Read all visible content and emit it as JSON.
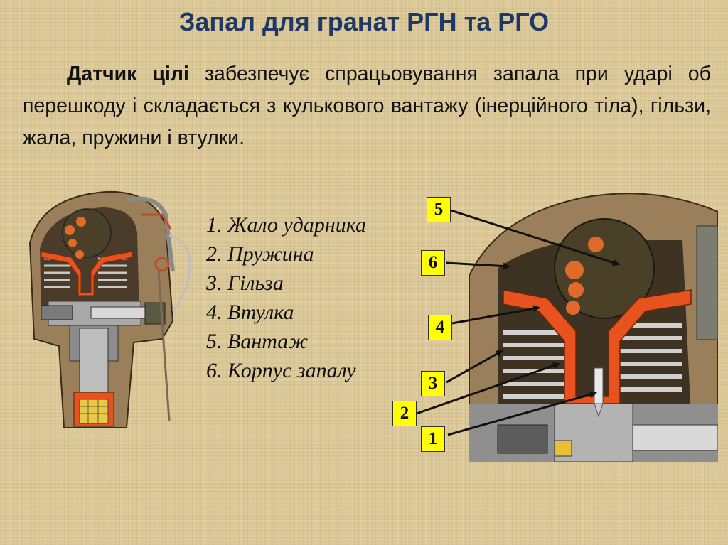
{
  "title": "Запал для гранат РГН та РГО",
  "paragraph": {
    "bold_term": "Датчик цілі",
    "text": " забезпечує спрацьовування запала при ударі об перешкоду і складається з кулькового вантажу (інерційного тіла), гільзи, жала, пружини і втулки."
  },
  "legend": [
    "1. Жало ударника",
    "2. Пружина",
    "3. Гільза",
    "4. Втулка",
    "5. Вантаж",
    "6. Корпус запалу"
  ],
  "callouts": [
    "5",
    "6",
    "4",
    "3",
    "2",
    "1"
  ],
  "colors": {
    "title": "#1f3864",
    "badge": "#ffff00",
    "orange_part": "#e8521e",
    "body_brown": "#9a7f5a"
  }
}
